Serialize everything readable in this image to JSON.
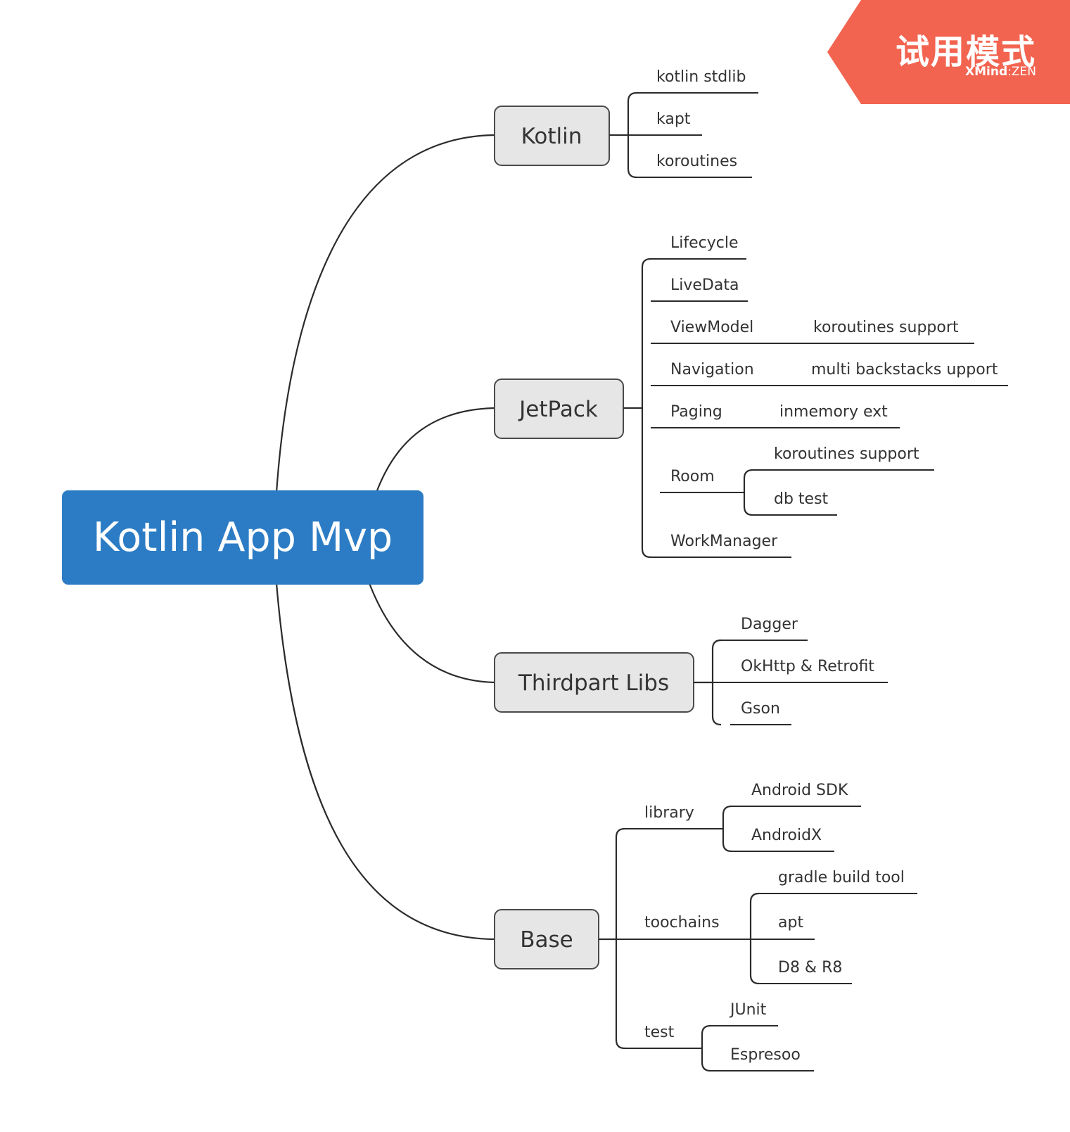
{
  "root": {
    "label": "Kotlin App Mvp",
    "color": "#2c7cc5"
  },
  "kotlin": {
    "label": "Kotlin",
    "children": [
      "kotlin stdlib",
      "kapt",
      "koroutines"
    ]
  },
  "jetpack": {
    "label": "JetPack",
    "children": {
      "lifecycle": "Lifecycle",
      "livedata": "LiveData",
      "viewmodel": "ViewModel",
      "viewmodel_sub": "koroutines support",
      "navigation": "Navigation",
      "navigation_sub": "multi backstacks upport",
      "paging": "Paging",
      "paging_sub": "inmemory ext",
      "room": "Room",
      "room_subs": [
        "koroutines support",
        "db test"
      ],
      "workmanager": "WorkManager"
    }
  },
  "thirdpart": {
    "label": "Thirdpart Libs",
    "children": [
      "Dagger",
      "OkHttp & Retrofit",
      "Gson"
    ]
  },
  "base": {
    "label": "Base",
    "library": {
      "label": "library",
      "children": [
        "Android SDK",
        "AndroidX"
      ]
    },
    "toolchains": {
      "label": "toochains",
      "children": [
        "gradle build tool",
        "apt",
        "D8 & R8"
      ]
    },
    "test": {
      "label": "test",
      "children": [
        "JUnit",
        "Espresoo"
      ]
    }
  },
  "watermark": {
    "title": "试用模式",
    "brand_bold": "XMind",
    "brand_sep": ":",
    "brand_light": "ZEN",
    "color": "#f26450"
  }
}
